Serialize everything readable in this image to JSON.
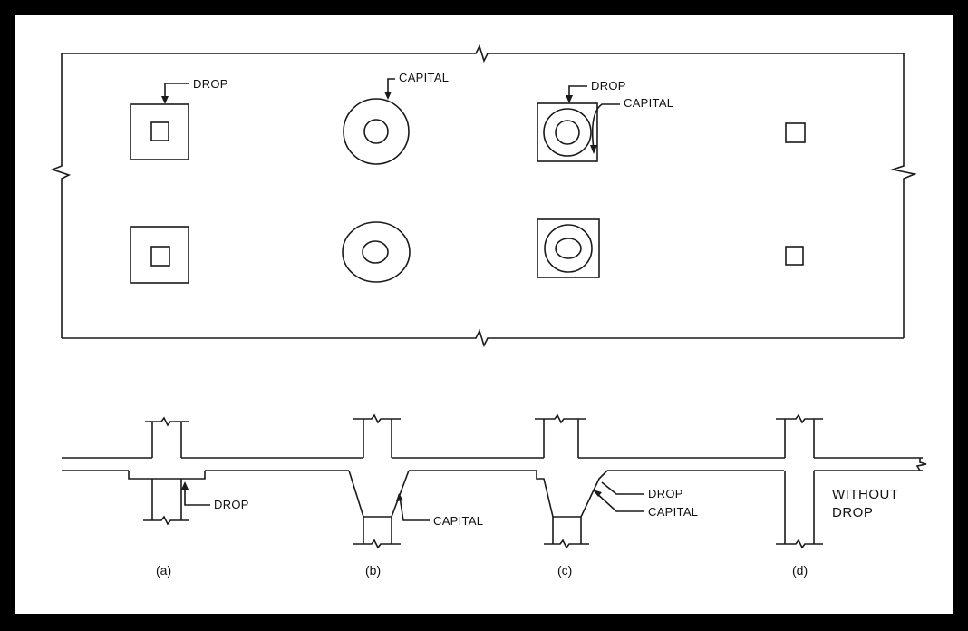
{
  "plan_labels": {
    "drop_a": "DROP",
    "capital_b": "CAPITAL",
    "drop_c": "DROP",
    "capital_c": "CAPITAL"
  },
  "section_labels": {
    "drop_a": "DROP",
    "capital_b": "CAPITAL",
    "drop_c": "DROP",
    "capital_c": "CAPITAL",
    "without_line1": "WITHOUT",
    "without_line2": "DROP"
  },
  "captions": [
    "(a)",
    "(b)",
    "(c)",
    "(d)"
  ],
  "colors": {
    "frame": "#000000",
    "line": "#1a1a1a",
    "paper": "#ffffff"
  }
}
